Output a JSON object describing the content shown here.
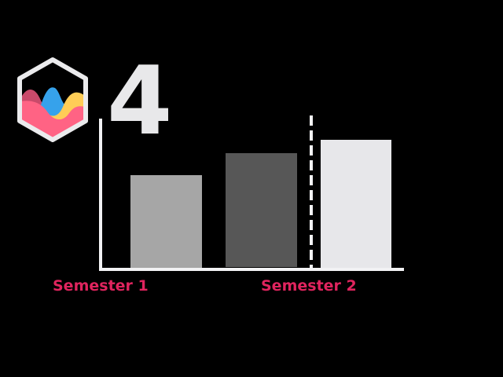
{
  "logo": {
    "name": "chart-logo",
    "colors": {
      "frame": "#ebebed",
      "wave_back": "#c94a6a",
      "wave_blue": "#36a2eb",
      "wave_yellow": "#ffcd56",
      "wave_front": "#ff6384"
    }
  },
  "header": {
    "number": "4"
  },
  "chart_data": {
    "type": "bar",
    "title": "4",
    "categories": [
      "Semester 1",
      "Semester 2"
    ],
    "bars": [
      {
        "group": "Semester 1",
        "value": 118,
        "color": "#a6a6a6"
      },
      {
        "group": "Semester 1",
        "value": 145,
        "color": "#575757"
      },
      {
        "group": "Semester 2",
        "value": 163,
        "color": "#e7e7ea"
      }
    ],
    "values": [
      118,
      145,
      163
    ],
    "xlabel": "",
    "ylabel": "",
    "ylim": [
      0,
      190
    ],
    "grid": false,
    "annotations": [
      "dashed vertical divider between Semester 1 and Semester 2"
    ],
    "label_color": "#e0245e"
  },
  "labels": {
    "semester1": "Semester 1",
    "semester2": "Semester 2"
  }
}
